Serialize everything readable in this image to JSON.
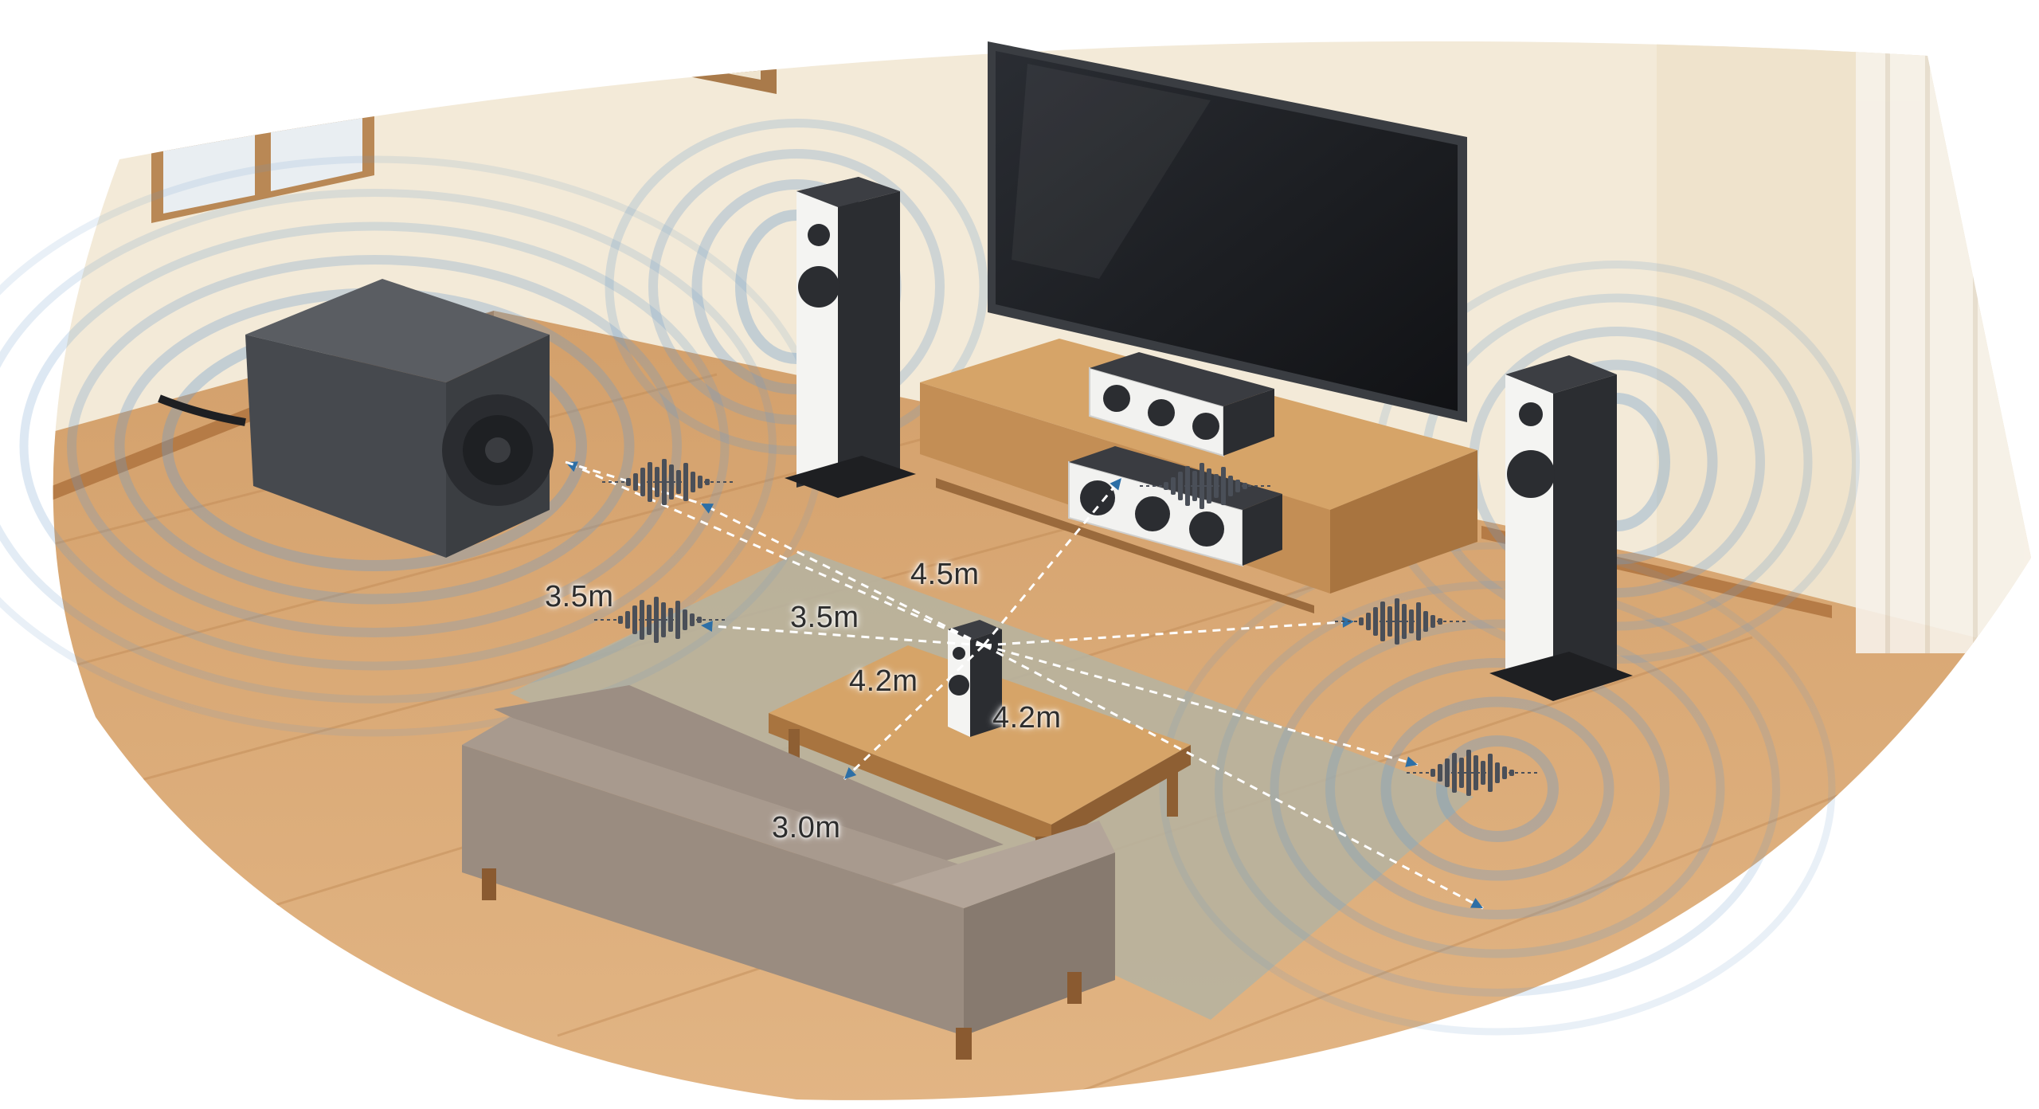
{
  "distances": {
    "d1": "4.5m",
    "d2": "3.5m",
    "d3": "3.5m",
    "d4": "4.2m",
    "d5": "4.2m",
    "d6": "3.0m"
  },
  "colors": {
    "wall": "#f3ead8",
    "floor": "#d9a671",
    "floor_dark": "#c48f5a",
    "rug": "#b7b29f",
    "wood": "#c8935a",
    "wood_dark": "#9a6a3c",
    "speaker_white": "#f4f4f2",
    "speaker_dark": "#2b2d31",
    "subwoofer": "#4a4d52",
    "tv": "#1e2024",
    "sofa": "#a3958a",
    "wave": "#6a9ccc",
    "line": "#ffffff",
    "arrow": "#2d6fa6"
  }
}
